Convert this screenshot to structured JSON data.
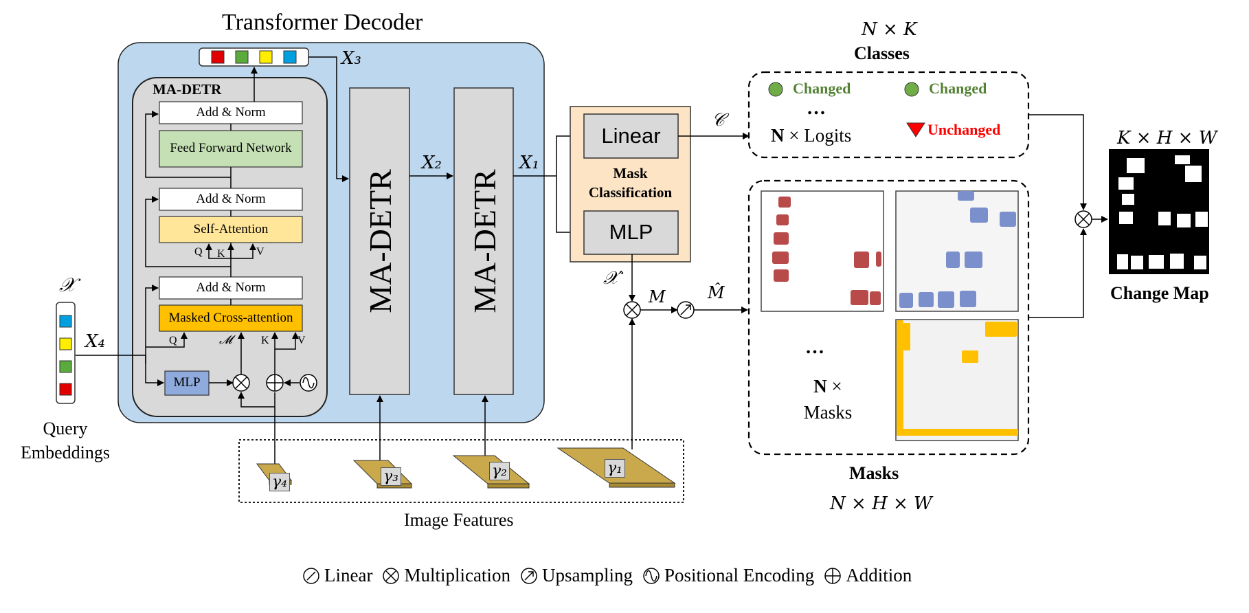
{
  "title": "Transformer Decoder",
  "madetr_inner": {
    "title": "MA-DETR",
    "add_norm_top": "Add & Norm",
    "ffn": "Feed Forward Network",
    "add_norm_mid": "Add & Norm",
    "self_attention": "Self-Attention",
    "add_norm_low": "Add & Norm",
    "masked_cross_attention": "Masked Cross-attention",
    "mlp": "MLP",
    "q_upper": "Q",
    "k_upper": "K",
    "v_upper": "V",
    "q_lower": "Q",
    "m_lower": "𝓜",
    "k_lower": "K",
    "v_lower": "V"
  },
  "decoder_blocks": [
    "MA-DETR",
    "MA-DETR"
  ],
  "vars": {
    "x3": "X₃",
    "x2": "X₂",
    "x1": "X₁",
    "x4": "X₄",
    "x_query": "𝒳",
    "x_prime": "𝒳′",
    "c": "𝒞",
    "m": "M",
    "m_hat": "M̂"
  },
  "query": {
    "label_line1": "Query",
    "label_line2": "Embeddings",
    "colors": [
      "#00a0e0",
      "#ffee00",
      "#5aaa3c",
      "#e00000"
    ]
  },
  "top_tokens_colors": [
    "#e00000",
    "#5aaa3c",
    "#ffee00",
    "#00a0e0"
  ],
  "image_features": {
    "label": "Image Features",
    "gammas": [
      "γ₄",
      "γ₃",
      "γ₂",
      "γ₁"
    ]
  },
  "mask_classification": {
    "linear": "Linear",
    "title_line1": "Mask",
    "title_line2": "Classification",
    "mlp": "MLP"
  },
  "classes": {
    "dims": "N × K",
    "title": "Classes",
    "changed_1": "Changed",
    "changed_2": "Changed",
    "unchanged": "Unchanged",
    "dots": "…",
    "logits_n": "N",
    "logits_text": "× Logits"
  },
  "masks": {
    "title": "Masks",
    "dims": "N × H × W",
    "dots": "…",
    "n_bold": "N",
    "n_times": "×",
    "masks_text": "Masks"
  },
  "change_map": {
    "dims": "K × H × W",
    "label": "Change Map"
  },
  "legend": {
    "linear": "Linear",
    "multiplication": "Multiplication",
    "upsampling": "Upsampling",
    "positional_encoding": "Positional Encoding",
    "addition": "Addition"
  },
  "colors": {
    "decoder_bg": "#bdd7ee",
    "inner_bg": "#d9d9d9",
    "ffn": "#c5e0b4",
    "self_attn": "#ffe699",
    "cross_attn": "#ffc000",
    "mlp_inner": "#8faadc",
    "mask_cls_bg": "#fde4c4",
    "gray_block": "#d9d9d9",
    "feature_gold": "#c9a94b",
    "changed_green": "#70ad47",
    "changed_text": "#548235",
    "unchanged_red": "#ff0000",
    "mask_red": "#b84a4a",
    "mask_blue": "#7a8fcc",
    "mask_yellow": "#ffc000"
  }
}
